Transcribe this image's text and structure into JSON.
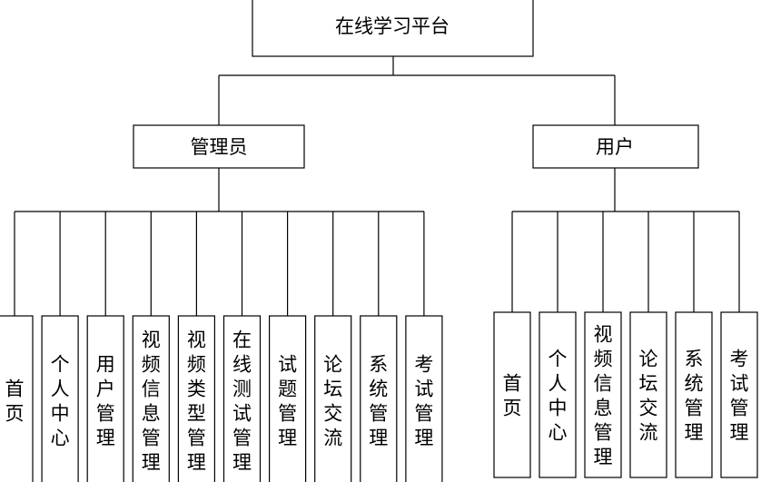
{
  "root": {
    "label": "在线学习平台"
  },
  "admin": {
    "label": "管理员",
    "children": [
      "首页",
      "个人中心",
      "用户管理",
      "视频信息管理",
      "视频类型管理",
      "在线测试管理",
      "试题管理",
      "论坛交流",
      "系统管理",
      "考试管理"
    ]
  },
  "user": {
    "label": "用户",
    "children": [
      "首页",
      "个人中心",
      "视频信息管理",
      "论坛交流",
      "系统管理",
      "考试管理"
    ]
  }
}
